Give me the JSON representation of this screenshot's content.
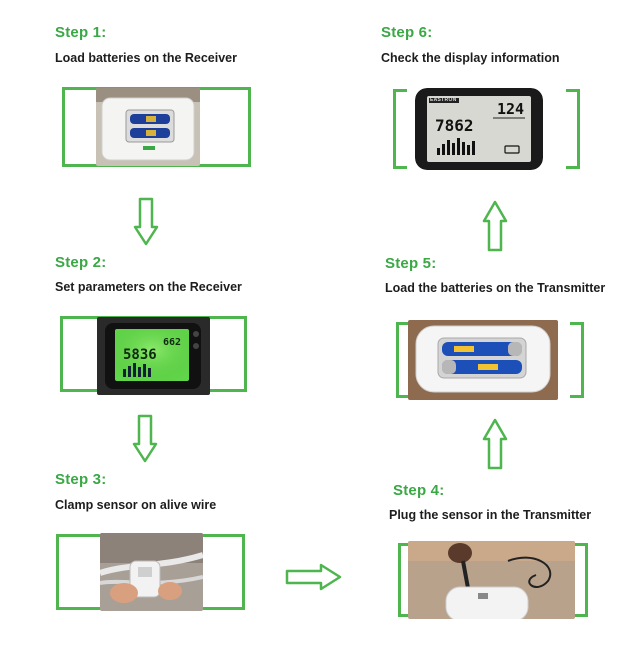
{
  "steps": [
    {
      "title": "Step 1:",
      "desc": "Load batteries on the Receiver"
    },
    {
      "title": "Step 2:",
      "desc": "Set parameters on the Receiver"
    },
    {
      "title": "Step 3:",
      "desc": "Clamp sensor on alive wire"
    },
    {
      "title": "Step 4:",
      "desc": "Plug the sensor in the Transmitter"
    },
    {
      "title": "Step 5:",
      "desc": "Load the batteries on the Transmitter"
    },
    {
      "title": "Step 6:",
      "desc": "Check the display information"
    }
  ],
  "receiver_screen": {
    "top": "124",
    "main": "7862",
    "brand": "EASTRON"
  },
  "setup_screen": {
    "main": "5836",
    "side": "662"
  },
  "colors": {
    "accent": "#4fb54f",
    "title": "#3aa845",
    "text": "#1d1d1d"
  },
  "icons": [
    "arrow-down-icon",
    "arrow-right-icon",
    "arrow-up-icon"
  ]
}
